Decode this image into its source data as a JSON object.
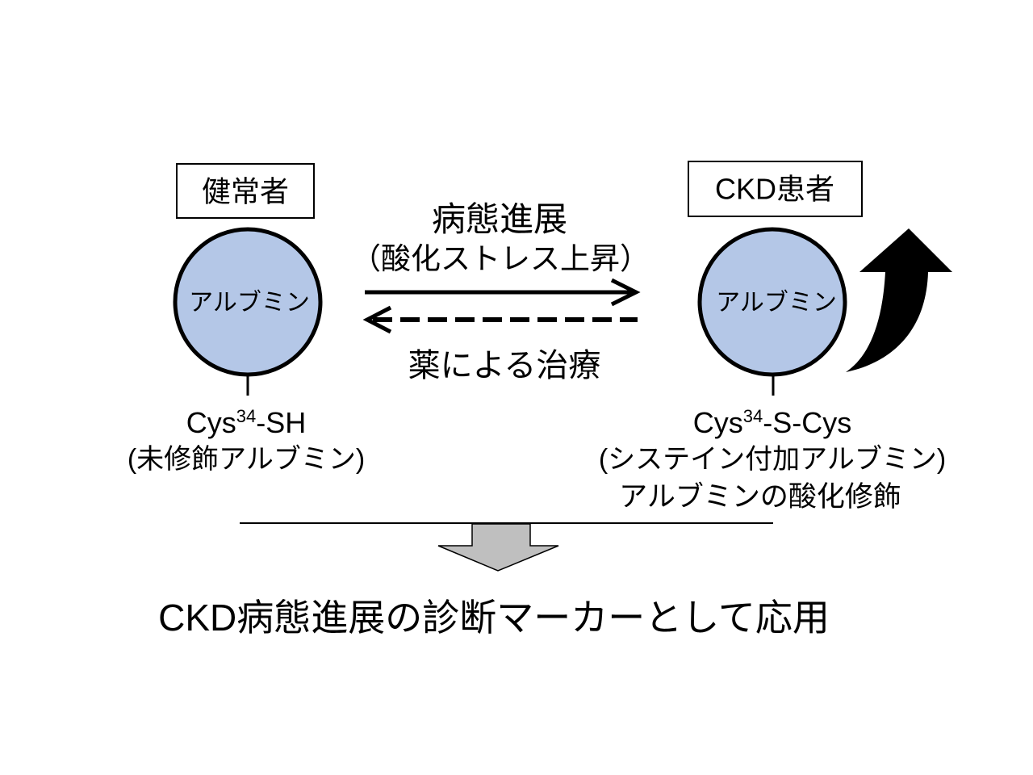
{
  "healthy": {
    "label": "健常者",
    "protein": "アルブミン",
    "residue": {
      "name": "Cys",
      "position": "34",
      "group": "-SH"
    },
    "state": "(未修飾アルブミン)"
  },
  "patient": {
    "label": "CKD患者",
    "protein": "アルブミン",
    "residue": {
      "name": "Cys",
      "position": "34",
      "group": "-S-Cys"
    },
    "state": "(システイン付加アルブミン)",
    "note": "アルブミンの酸化修飾"
  },
  "transition": {
    "progression": "病態進展",
    "progression_cause": "（酸化ストレス上昇）",
    "treatment": "薬による治療"
  },
  "conclusion": "CKD病態進展の診断マーカーとして応用",
  "colors": {
    "albumin_fill": "#b4c7e7",
    "result_arrow_fill": "#bfbfbf",
    "increase_arrow_fill": "#000000"
  }
}
